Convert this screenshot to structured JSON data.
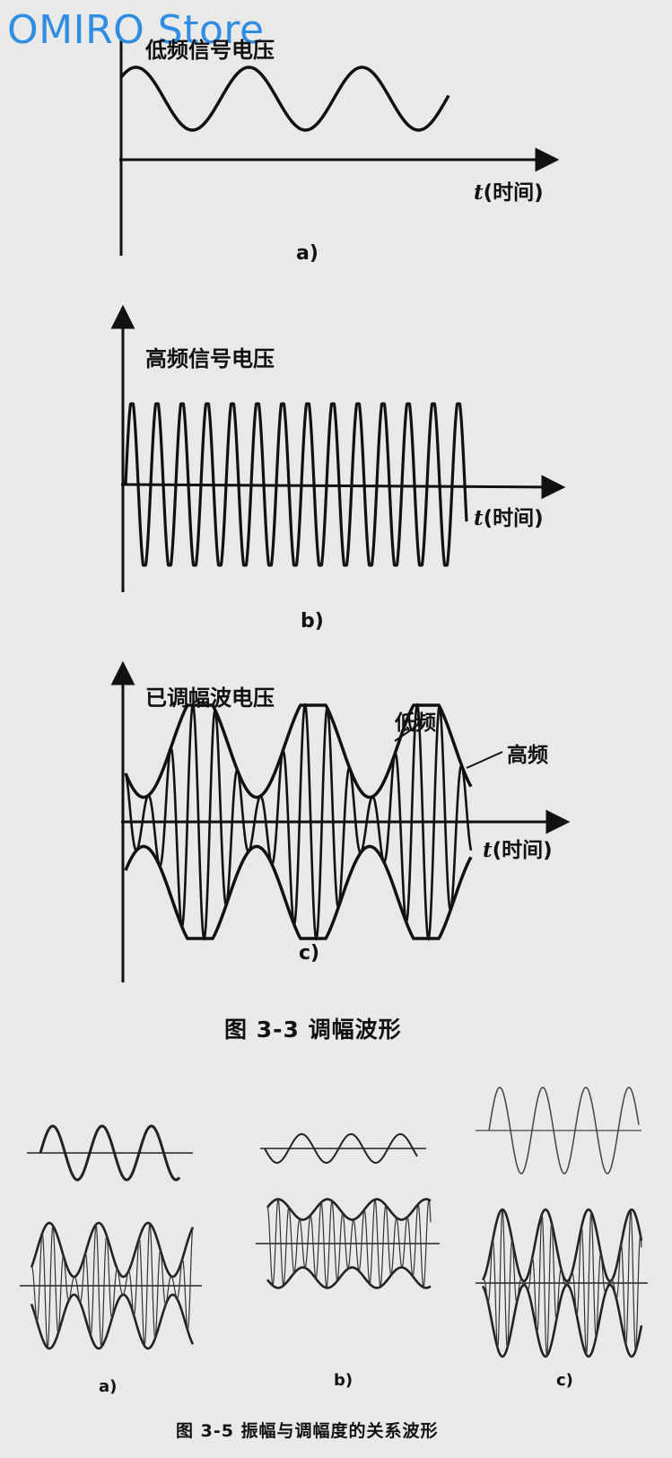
{
  "watermark": "OMIRO Store",
  "figure_3_3": {
    "panel_a": {
      "title": "低频信号电压",
      "time_var": "t",
      "time_unit": "(时间)",
      "label": "a)"
    },
    "panel_b": {
      "title": "高频信号电压",
      "time_var": "t",
      "time_unit": "(时间)",
      "label": "b)"
    },
    "panel_c": {
      "title": "已调幅波电压",
      "time_var": "t",
      "time_unit": "(时间)",
      "label": "c)",
      "low_freq_label": "低频",
      "high_freq_label": "高频"
    },
    "caption": "图 3-3    调幅波形"
  },
  "figure_3_5": {
    "labels": [
      "a)",
      "b)",
      "c)"
    ],
    "caption": "图 3-5    振幅与调幅度的关系波形"
  }
}
